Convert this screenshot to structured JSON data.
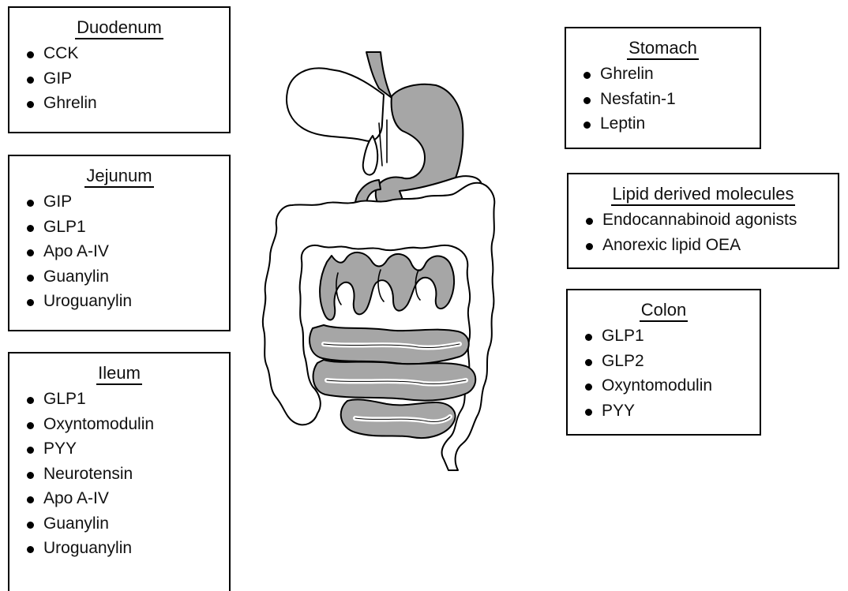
{
  "duodenum": {
    "title": "Duodenum",
    "items": [
      "CCK",
      "GIP",
      "Ghrelin"
    ]
  },
  "jejunum": {
    "title": "Jejunum",
    "items": [
      "GIP",
      "GLP1",
      "Apo A-IV",
      "Guanylin",
      "Uroguanylin"
    ]
  },
  "ileum": {
    "title": "Ileum",
    "items": [
      "GLP1",
      "Oxyntomodulin",
      "PYY",
      "Neurotensin",
      "Apo A-IV",
      "Guanylin",
      "Uroguanylin"
    ]
  },
  "stomach": {
    "title": "Stomach",
    "items": [
      "Ghrelin",
      "Nesfatin-1",
      "Leptin"
    ]
  },
  "lipid": {
    "title": "Lipid derived molecules",
    "items": [
      "Endocannabinoid agonists",
      "Anorexic lipid OEA"
    ]
  },
  "colon": {
    "title": "Colon",
    "items": [
      "GLP1",
      "GLP2",
      "Oxyntomodulin",
      "PYY"
    ]
  },
  "colors": {
    "organ_fill": "#a6a6a6",
    "outline": "#000000",
    "background": "#ffffff"
  }
}
